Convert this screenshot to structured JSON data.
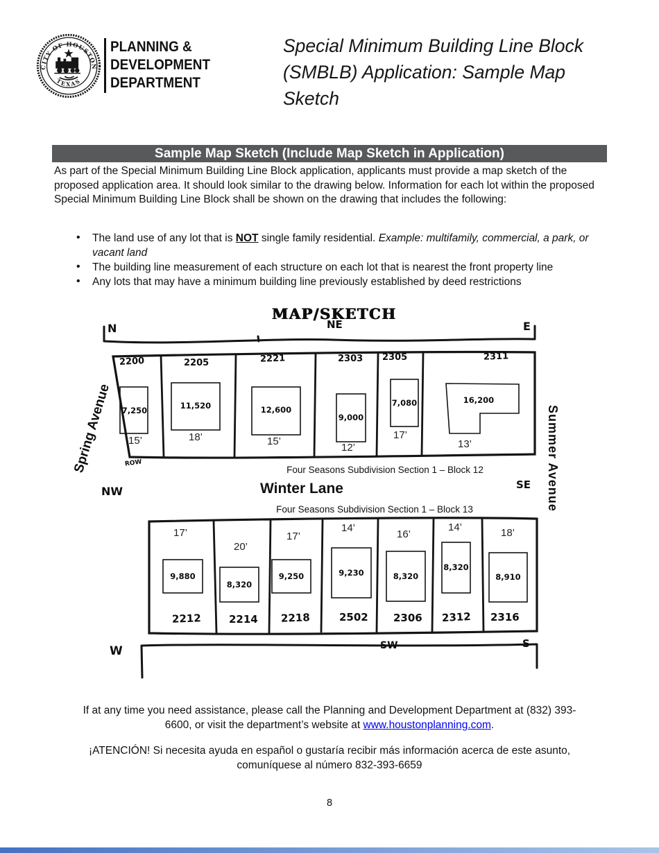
{
  "header": {
    "seal": {
      "top_text": "CITY OF HOUSTON",
      "bottom_text": "TEXAS"
    },
    "department_lines": "PLANNING &\nDEVELOPMENT\nDEPARTMENT",
    "title": "Special Minimum Building Line Block (SMBLB) Application: Sample Map Sketch"
  },
  "banner": {
    "title": "Sample Map Sketch (Include Map Sketch in Application)"
  },
  "intro": "As part of the Special Minimum Building Line Block application, applicants must provide a map sketch of the proposed application area. It should look similar to the drawing below. Information for each lot within the proposed Special Minimum Building Line Block shall be shown on the drawing that includes the following:",
  "bullets": {
    "item1_pre": "The land use of any lot that is ",
    "item1_bold": "NOT",
    "item1_mid": " single family residential. ",
    "item1_italic": "Example: multifamily, commercial, a park, or vacant land",
    "item2": "The building line measurement of each structure on each lot that is nearest the front property line",
    "item3": "Any lots that may have a minimum building line previously established by deed restrictions"
  },
  "map": {
    "title": "MAP/SKETCH",
    "compass": {
      "n": "N",
      "ne": "NE",
      "e": "E",
      "nw": "NW",
      "se": "SE",
      "w": "W",
      "sw": "SW",
      "s": "S"
    },
    "streets": {
      "left": "Spring Avenue",
      "right": "Summer Avenue",
      "middle": "Winter Lane"
    },
    "row_label": "ROW",
    "block12": {
      "caption": "Four Seasons Subdivision Section 1 – Block 12",
      "lots": [
        {
          "number": "2200",
          "area": "7,250",
          "setback": "15’"
        },
        {
          "number": "2205",
          "area": "11,520",
          "setback": "18’"
        },
        {
          "number": "2221",
          "area": "12,600",
          "setback": "15’"
        },
        {
          "number": "2303",
          "area": "9,000",
          "setback": "12’"
        },
        {
          "number": "2305",
          "area": "7,080",
          "setback": "17’"
        },
        {
          "number": "2311",
          "area": "16,200",
          "setback": "13’"
        }
      ]
    },
    "block13": {
      "caption": "Four Seasons Subdivision Section 1 – Block 13",
      "lots": [
        {
          "number": "2212",
          "area": "9,880",
          "setback": "17’"
        },
        {
          "number": "2214",
          "area": "8,320",
          "setback": "20’"
        },
        {
          "number": "2218",
          "area": "9,250",
          "setback": "17’"
        },
        {
          "number": "2502",
          "area": "9,230",
          "setback": "14’"
        },
        {
          "number": "2306",
          "area": "8,320",
          "setback": "16’"
        },
        {
          "number": "2312",
          "area": "8,320",
          "setback": "14’"
        },
        {
          "number": "2316",
          "area": "8,910",
          "setback": "18’"
        }
      ]
    }
  },
  "footer": {
    "assistance_pre": "If at any time you need assistance, please call the Planning and Development Department at (832) 393-6600, or visit the department’s website at ",
    "assistance_link": "www.houstonplanning.com",
    "assistance_post": ".",
    "spanish": "¡ATENCIÓN! Si necesita ayuda en español o gustaría recibir más información acerca de este asunto, comuníquese al número 832-393-6659",
    "page_number": "8"
  },
  "colors": {
    "banner_bg": "#58595b",
    "link": "#0000ee",
    "accent_bar": "#4472c4"
  }
}
